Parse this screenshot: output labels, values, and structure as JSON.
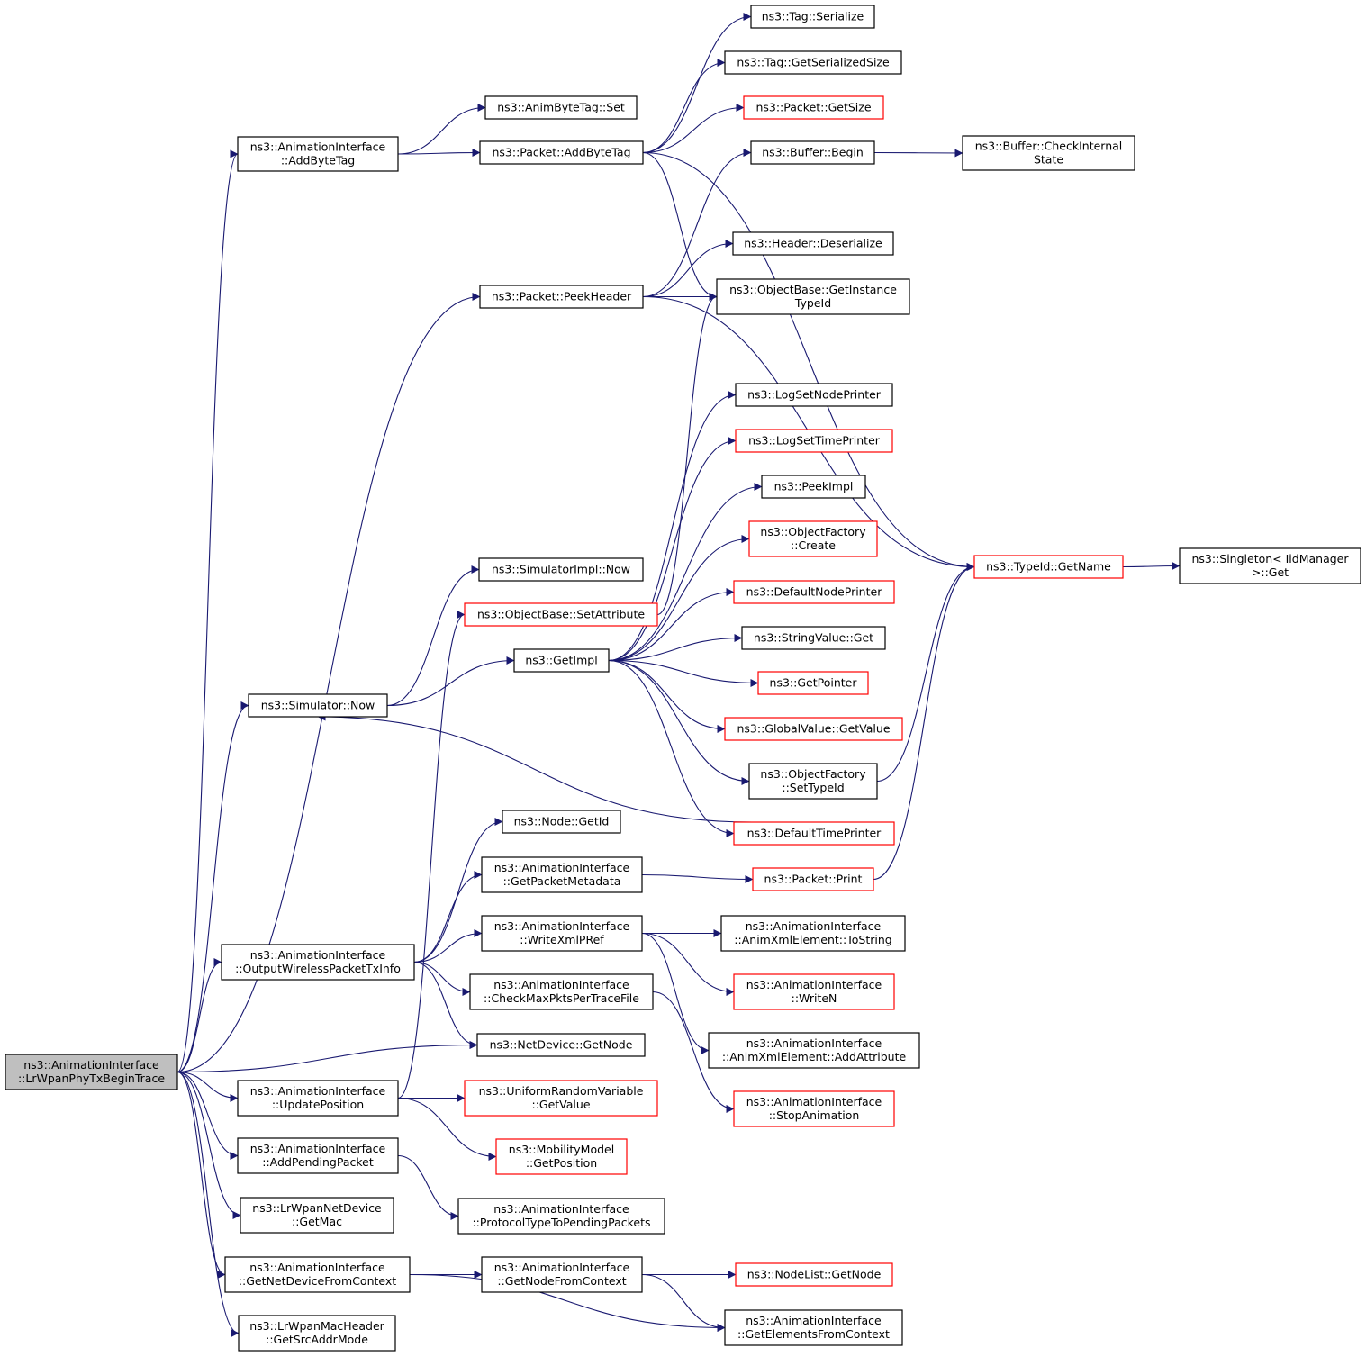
{
  "graph": {
    "edge_color": "#191970",
    "truncated_border_color": "#ff0000",
    "root_fill": "#bfbfbf",
    "nodes": [
      {
        "id": "root",
        "lines": [
          "ns3::AnimationInterface",
          "::LrWpanPhyTxBeginTrace"
        ],
        "style": "root"
      },
      {
        "id": "addByteTagAI",
        "lines": [
          "ns3::AnimationInterface",
          "::AddByteTag"
        ],
        "style": "normal"
      },
      {
        "id": "animByteTagSet",
        "lines": [
          "ns3::AnimByteTag::Set"
        ],
        "style": "normal"
      },
      {
        "id": "packetAddByteTag",
        "lines": [
          "ns3::Packet::AddByteTag"
        ],
        "style": "normal"
      },
      {
        "id": "tagSerialize",
        "lines": [
          "ns3::Tag::Serialize"
        ],
        "style": "normal"
      },
      {
        "id": "tagGetSerializedSize",
        "lines": [
          "ns3::Tag::GetSerializedSize"
        ],
        "style": "normal"
      },
      {
        "id": "packetGetSize",
        "lines": [
          "ns3::Packet::GetSize"
        ],
        "style": "truncated"
      },
      {
        "id": "bufferBegin",
        "lines": [
          "ns3::Buffer::Begin"
        ],
        "style": "normal"
      },
      {
        "id": "bufferCheckInternal",
        "lines": [
          "ns3::Buffer::CheckInternal",
          "State"
        ],
        "style": "normal"
      },
      {
        "id": "headerDeserialize",
        "lines": [
          "ns3::Header::Deserialize"
        ],
        "style": "normal"
      },
      {
        "id": "packetPeekHeader",
        "lines": [
          "ns3::Packet::PeekHeader"
        ],
        "style": "normal"
      },
      {
        "id": "objectBaseGetInstanceTypeId",
        "lines": [
          "ns3::ObjectBase::GetInstance",
          "TypeId"
        ],
        "style": "normal"
      },
      {
        "id": "logSetNodePrinter",
        "lines": [
          "ns3::LogSetNodePrinter"
        ],
        "style": "normal"
      },
      {
        "id": "logSetTimePrinter",
        "lines": [
          "ns3::LogSetTimePrinter"
        ],
        "style": "truncated"
      },
      {
        "id": "peekImpl",
        "lines": [
          "ns3::PeekImpl"
        ],
        "style": "normal"
      },
      {
        "id": "objectFactoryCreate",
        "lines": [
          "ns3::ObjectFactory",
          "::Create"
        ],
        "style": "truncated"
      },
      {
        "id": "typeIdGetName",
        "lines": [
          "ns3::TypeId::GetName"
        ],
        "style": "truncated"
      },
      {
        "id": "singletonGet",
        "lines": [
          "ns3::Singleton< IidManager",
          " >::Get"
        ],
        "style": "normal"
      },
      {
        "id": "simulatorImplNow",
        "lines": [
          "ns3::SimulatorImpl::Now"
        ],
        "style": "normal"
      },
      {
        "id": "defaultNodePrinter",
        "lines": [
          "ns3::DefaultNodePrinter"
        ],
        "style": "truncated"
      },
      {
        "id": "objectBaseSetAttribute",
        "lines": [
          "ns3::ObjectBase::SetAttribute"
        ],
        "style": "truncated"
      },
      {
        "id": "stringValueGet",
        "lines": [
          "ns3::StringValue::Get"
        ],
        "style": "normal"
      },
      {
        "id": "getImpl",
        "lines": [
          "ns3::GetImpl"
        ],
        "style": "normal"
      },
      {
        "id": "getPointer",
        "lines": [
          "ns3::GetPointer"
        ],
        "style": "truncated"
      },
      {
        "id": "simulatorNow",
        "lines": [
          "ns3::Simulator::Now"
        ],
        "style": "normal"
      },
      {
        "id": "globalValueGetValue",
        "lines": [
          "ns3::GlobalValue::GetValue"
        ],
        "style": "truncated"
      },
      {
        "id": "objectFactorySetTypeId",
        "lines": [
          "ns3::ObjectFactory",
          "::SetTypeId"
        ],
        "style": "normal"
      },
      {
        "id": "nodeGetId",
        "lines": [
          "ns3::Node::GetId"
        ],
        "style": "normal"
      },
      {
        "id": "defaultTimePrinter",
        "lines": [
          "ns3::DefaultTimePrinter"
        ],
        "style": "truncated"
      },
      {
        "id": "getPacketMetadata",
        "lines": [
          "ns3::AnimationInterface",
          "::GetPacketMetadata"
        ],
        "style": "normal"
      },
      {
        "id": "packetPrint",
        "lines": [
          "ns3::Packet::Print"
        ],
        "style": "truncated"
      },
      {
        "id": "writeXmlPRef",
        "lines": [
          "ns3::AnimationInterface",
          "::WriteXmlPRef"
        ],
        "style": "normal"
      },
      {
        "id": "animXmlToString",
        "lines": [
          "ns3::AnimationInterface",
          "::AnimXmlElement::ToString"
        ],
        "style": "normal"
      },
      {
        "id": "outputWirelessPacketTxInfo",
        "lines": [
          "ns3::AnimationInterface",
          "::OutputWirelessPacketTxInfo"
        ],
        "style": "normal"
      },
      {
        "id": "checkMaxPkts",
        "lines": [
          "ns3::AnimationInterface",
          "::CheckMaxPktsPerTraceFile"
        ],
        "style": "normal"
      },
      {
        "id": "writeN",
        "lines": [
          "ns3::AnimationInterface",
          "::WriteN"
        ],
        "style": "truncated"
      },
      {
        "id": "netDeviceGetNode",
        "lines": [
          "ns3::NetDevice::GetNode"
        ],
        "style": "normal"
      },
      {
        "id": "animXmlAddAttribute",
        "lines": [
          "ns3::AnimationInterface",
          "::AnimXmlElement::AddAttribute"
        ],
        "style": "normal"
      },
      {
        "id": "updatePosition",
        "lines": [
          "ns3::AnimationInterface",
          "::UpdatePosition"
        ],
        "style": "normal"
      },
      {
        "id": "uniformRandomGetValue",
        "lines": [
          "ns3::UniformRandomVariable",
          "::GetValue"
        ],
        "style": "truncated"
      },
      {
        "id": "stopAnimation",
        "lines": [
          "ns3::AnimationInterface",
          "::StopAnimation"
        ],
        "style": "truncated"
      },
      {
        "id": "addPendingPacket",
        "lines": [
          "ns3::AnimationInterface",
          "::AddPendingPacket"
        ],
        "style": "normal"
      },
      {
        "id": "mobilityGetPosition",
        "lines": [
          "ns3::MobilityModel",
          "::GetPosition"
        ],
        "style": "truncated"
      },
      {
        "id": "lrwpanGetMac",
        "lines": [
          "ns3::LrWpanNetDevice",
          "::GetMac"
        ],
        "style": "normal"
      },
      {
        "id": "protocolTypeToPending",
        "lines": [
          "ns3::AnimationInterface",
          "::ProtocolTypeToPendingPackets"
        ],
        "style": "normal"
      },
      {
        "id": "getNetDeviceFromContext",
        "lines": [
          "ns3::AnimationInterface",
          "::GetNetDeviceFromContext"
        ],
        "style": "normal"
      },
      {
        "id": "getNodeFromContext",
        "lines": [
          "ns3::AnimationInterface",
          "::GetNodeFromContext"
        ],
        "style": "normal"
      },
      {
        "id": "nodeListGetNode",
        "lines": [
          "ns3::NodeList::GetNode"
        ],
        "style": "truncated"
      },
      {
        "id": "getElementsFromContext",
        "lines": [
          "ns3::AnimationInterface",
          "::GetElementsFromContext"
        ],
        "style": "normal"
      },
      {
        "id": "lrwpanGetSrcAddrMode",
        "lines": [
          "ns3::LrWpanMacHeader",
          "::GetSrcAddrMode"
        ],
        "style": "normal"
      }
    ],
    "edges": [
      [
        "root",
        "addByteTagAI"
      ],
      [
        "root",
        "packetPeekHeader"
      ],
      [
        "root",
        "simulatorNow"
      ],
      [
        "root",
        "outputWirelessPacketTxInfo"
      ],
      [
        "root",
        "netDeviceGetNode"
      ],
      [
        "root",
        "updatePosition"
      ],
      [
        "root",
        "addPendingPacket"
      ],
      [
        "root",
        "lrwpanGetMac"
      ],
      [
        "root",
        "getNetDeviceFromContext"
      ],
      [
        "root",
        "lrwpanGetSrcAddrMode"
      ],
      [
        "addByteTagAI",
        "animByteTagSet"
      ],
      [
        "addByteTagAI",
        "packetAddByteTag"
      ],
      [
        "packetAddByteTag",
        "tagSerialize"
      ],
      [
        "packetAddByteTag",
        "tagGetSerializedSize"
      ],
      [
        "packetAddByteTag",
        "packetGetSize"
      ],
      [
        "packetAddByteTag",
        "objectBaseGetInstanceTypeId"
      ],
      [
        "packetAddByteTag",
        "typeIdGetName"
      ],
      [
        "bufferBegin",
        "bufferCheckInternal"
      ],
      [
        "packetPeekHeader",
        "bufferBegin"
      ],
      [
        "packetPeekHeader",
        "headerDeserialize"
      ],
      [
        "packetPeekHeader",
        "objectBaseGetInstanceTypeId"
      ],
      [
        "packetPeekHeader",
        "typeIdGetName"
      ],
      [
        "typeIdGetName",
        "singletonGet"
      ],
      [
        "simulatorNow",
        "simulatorImplNow"
      ],
      [
        "simulatorNow",
        "getImpl"
      ],
      [
        "objectBaseSetAttribute",
        "objectBaseGetInstanceTypeId"
      ],
      [
        "getImpl",
        "logSetNodePrinter"
      ],
      [
        "getImpl",
        "logSetTimePrinter"
      ],
      [
        "getImpl",
        "peekImpl"
      ],
      [
        "getImpl",
        "objectFactoryCreate"
      ],
      [
        "getImpl",
        "defaultNodePrinter"
      ],
      [
        "getImpl",
        "stringValueGet"
      ],
      [
        "getImpl",
        "getPointer"
      ],
      [
        "getImpl",
        "globalValueGetValue"
      ],
      [
        "getImpl",
        "objectFactorySetTypeId"
      ],
      [
        "getImpl",
        "defaultTimePrinter"
      ],
      [
        "objectFactorySetTypeId",
        "typeIdGetName"
      ],
      [
        "defaultTimePrinter",
        "simulatorNow"
      ],
      [
        "outputWirelessPacketTxInfo",
        "nodeGetId"
      ],
      [
        "outputWirelessPacketTxInfo",
        "getPacketMetadata"
      ],
      [
        "outputWirelessPacketTxInfo",
        "writeXmlPRef"
      ],
      [
        "outputWirelessPacketTxInfo",
        "checkMaxPkts"
      ],
      [
        "outputWirelessPacketTxInfo",
        "netDeviceGetNode"
      ],
      [
        "getPacketMetadata",
        "packetPrint"
      ],
      [
        "packetPrint",
        "typeIdGetName"
      ],
      [
        "writeXmlPRef",
        "animXmlToString"
      ],
      [
        "writeXmlPRef",
        "writeN"
      ],
      [
        "writeXmlPRef",
        "animXmlAddAttribute"
      ],
      [
        "checkMaxPkts",
        "stopAnimation"
      ],
      [
        "updatePosition",
        "objectBaseSetAttribute"
      ],
      [
        "updatePosition",
        "uniformRandomGetValue"
      ],
      [
        "updatePosition",
        "mobilityGetPosition"
      ],
      [
        "addPendingPacket",
        "protocolTypeToPending"
      ],
      [
        "getNetDeviceFromContext",
        "getNodeFromContext"
      ],
      [
        "getNetDeviceFromContext",
        "getElementsFromContext"
      ],
      [
        "getNodeFromContext",
        "nodeListGetNode"
      ],
      [
        "getNodeFromContext",
        "getElementsFromContext"
      ]
    ]
  }
}
